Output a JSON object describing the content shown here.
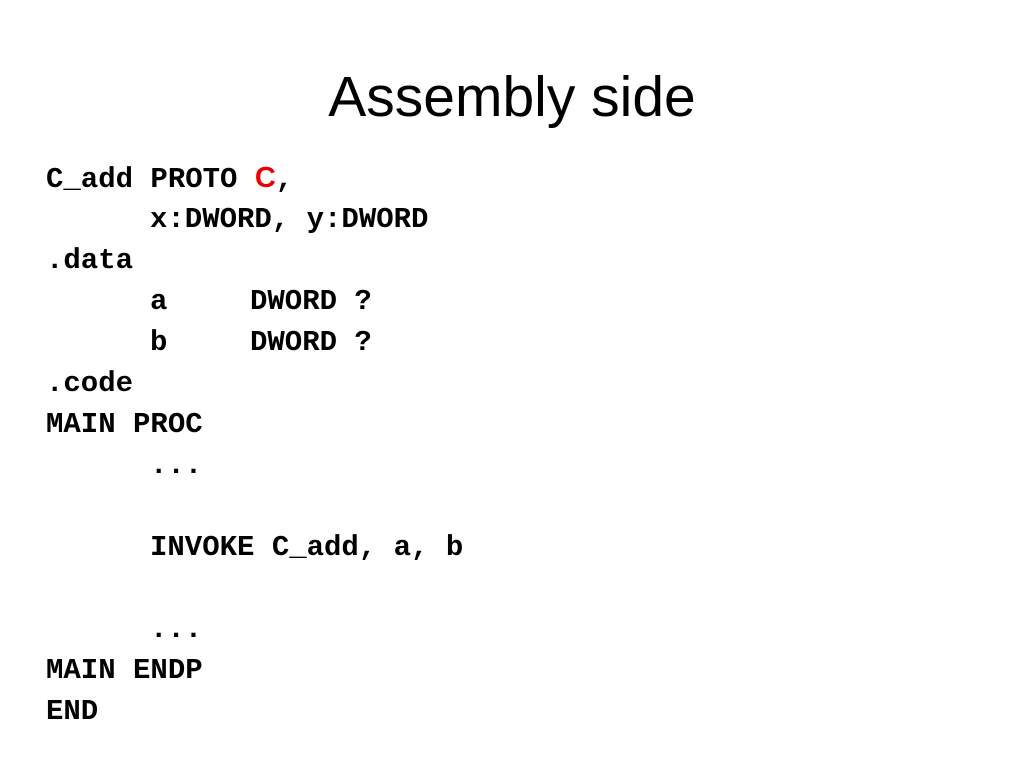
{
  "slide": {
    "title": "Assembly side",
    "colors": {
      "text": "#000000",
      "highlight": "#ee0000",
      "background": "#ffffff"
    },
    "code": {
      "line1": {
        "part1": "C_add PROTO ",
        "highlight": "C",
        "part2": ","
      },
      "line2": "x:DWORD, y:DWORD",
      "line3": ".data",
      "line4": {
        "name": "a",
        "decl": "DWORD ?"
      },
      "line5": {
        "name": "b",
        "decl": "DWORD ?"
      },
      "line6": ".code",
      "line7": "MAIN PROC",
      "line8": "...",
      "line10": "INVOKE C_add, a, b",
      "line12": "...",
      "line13": "MAIN ENDP",
      "line14": "END"
    }
  }
}
